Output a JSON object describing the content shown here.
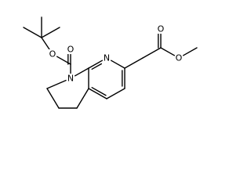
{
  "molecule": {
    "atoms": [
      {
        "id": "c_me1",
        "label": ""
      },
      {
        "id": "c_me2",
        "label": ""
      },
      {
        "id": "c_me3",
        "label": ""
      },
      {
        "id": "c_q",
        "label": ""
      },
      {
        "id": "o_est",
        "label": "O"
      },
      {
        "id": "c_carb",
        "label": ""
      },
      {
        "id": "o_dbl",
        "label": "O"
      },
      {
        "id": "n_ring",
        "label": "N"
      },
      {
        "id": "c_8a",
        "label": ""
      },
      {
        "id": "n_pyr",
        "label": "N"
      },
      {
        "id": "c_7",
        "label": ""
      },
      {
        "id": "c_6",
        "label": ""
      },
      {
        "id": "c_5",
        "label": ""
      },
      {
        "id": "c_4a",
        "label": ""
      },
      {
        "id": "c_4",
        "label": ""
      },
      {
        "id": "c_3",
        "label": ""
      },
      {
        "id": "c_2",
        "label": ""
      },
      {
        "id": "c_ch2",
        "label": ""
      },
      {
        "id": "c_est2",
        "label": ""
      },
      {
        "id": "o_dbl2",
        "label": "O"
      },
      {
        "id": "o_est2",
        "label": "O"
      },
      {
        "id": "c_ome",
        "label": ""
      }
    ],
    "bonds": [
      {
        "from": "c_me1",
        "to": "c_q",
        "order": 1
      },
      {
        "from": "c_me2",
        "to": "c_q",
        "order": 1
      },
      {
        "from": "c_me3",
        "to": "c_q",
        "order": 1
      },
      {
        "from": "c_q",
        "to": "o_est",
        "order": 1
      },
      {
        "from": "o_est",
        "to": "c_carb",
        "order": 1
      },
      {
        "from": "c_carb",
        "to": "o_dbl",
        "order": 2
      },
      {
        "from": "c_carb",
        "to": "n_ring",
        "order": 1
      },
      {
        "from": "n_ring",
        "to": "c_8a",
        "order": 1
      },
      {
        "from": "c_8a",
        "to": "n_pyr",
        "order": 2
      },
      {
        "from": "n_pyr",
        "to": "c_7",
        "order": 1
      },
      {
        "from": "c_7",
        "to": "c_6",
        "order": 2
      },
      {
        "from": "c_6",
        "to": "c_5",
        "order": 1
      },
      {
        "from": "c_5",
        "to": "c_4a",
        "order": 2
      },
      {
        "from": "c_4a",
        "to": "c_8a",
        "order": 1
      },
      {
        "from": "c_4a",
        "to": "c_4",
        "order": 1
      },
      {
        "from": "c_4",
        "to": "c_3",
        "order": 1
      },
      {
        "from": "c_3",
        "to": "c_2",
        "order": 1
      },
      {
        "from": "c_2",
        "to": "n_ring",
        "order": 1
      },
      {
        "from": "c_7",
        "to": "c_ch2",
        "order": 1
      },
      {
        "from": "c_ch2",
        "to": "c_est2",
        "order": 1
      },
      {
        "from": "c_est2",
        "to": "o_dbl2",
        "order": 2
      },
      {
        "from": "c_est2",
        "to": "o_est2",
        "order": 1
      },
      {
        "from": "o_est2",
        "to": "c_ome",
        "order": 1
      }
    ]
  }
}
